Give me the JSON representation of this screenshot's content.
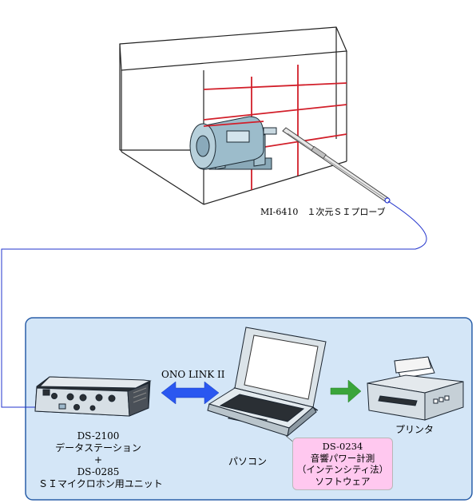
{
  "probe_label": "MI-6410　１次元ＳＩプローブ",
  "link_label": "ONO LINK II",
  "station": {
    "model": "DS-2100",
    "name": "データステーション",
    "plus": "+",
    "unit_model": "DS-0285",
    "unit_name": "ＳＩマイクロホン用ユニット"
  },
  "pc_label": "パソコン",
  "printer_label": "プリンタ",
  "software": {
    "model": "DS-0234",
    "line1": "音響パワー計測",
    "line2": "（インテンシティ法）",
    "line3": "ソフトウェア"
  },
  "colors": {
    "panel_bg": "#d4e6f7",
    "panel_border": "#2a5fa8",
    "cable": "#2233cc",
    "measure_grid": "#d21f2a",
    "link_arrow": "#2a57f0",
    "print_arrow": "#3aa53a",
    "callout_bg": "#ffc8ef"
  }
}
